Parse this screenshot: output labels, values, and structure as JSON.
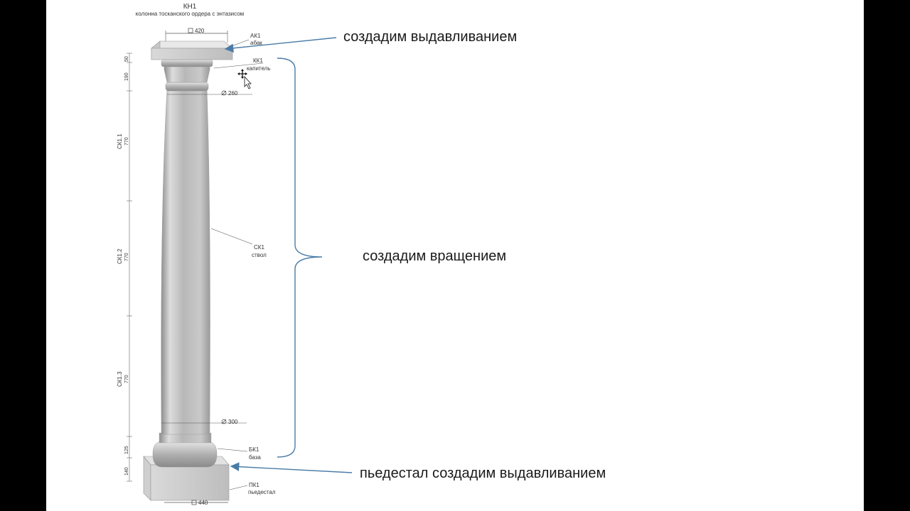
{
  "drawing": {
    "code": "КН1",
    "subtitle": "колонна тосканского ордера с энтазисом",
    "abacus_width": "420",
    "top_diameter": "260",
    "bottom_diameter": "300",
    "pedestal_width": "440",
    "parts": {
      "abacus": {
        "code": "АК1",
        "name": "абак"
      },
      "capital": {
        "code": "КК1",
        "name": "капитель"
      },
      "shaft": {
        "code": "СК1",
        "name": "ствол"
      },
      "base": {
        "code": "БК1",
        "name": "база"
      },
      "pedestal": {
        "code": "ПК1",
        "name": "пьедестал"
      }
    },
    "dims": {
      "d50": "50",
      "d190": "190",
      "sk1_1": "СК1.1",
      "sk1_2": "СК1.2",
      "sk1_3": "СК1.3",
      "d770a": "770",
      "d770b": "770",
      "d770c": "770",
      "d125": "125",
      "d140": "140"
    }
  },
  "annotations": {
    "extrude_top": "создадим выдавливанием",
    "rotation": "создадим вращением",
    "pedestal_extrude": "пьедестал создадим выдавливанием"
  },
  "colors": {
    "arrow": "#4a7ba6",
    "background": "#000000",
    "slide": "#ffffff"
  }
}
